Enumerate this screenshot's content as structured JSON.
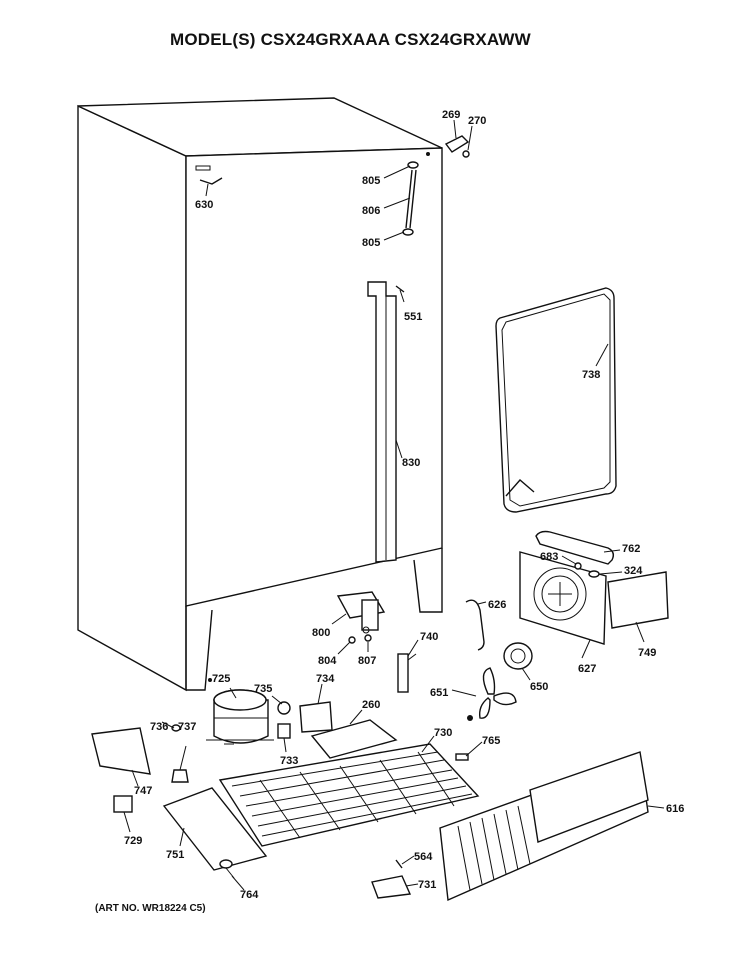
{
  "header": {
    "title": "MODEL(S) CSX24GRXAAA  CSX24GRXAWW"
  },
  "footer": {
    "art_no": "(ART NO. WR18224 C5)"
  },
  "parts": {
    "p269": "269",
    "p270": "270",
    "p805a": "805",
    "p806": "806",
    "p805b": "805",
    "p630": "630",
    "p551": "551",
    "p738": "738",
    "p830": "830",
    "p762": "762",
    "p683": "683",
    "p324": "324",
    "p626": "626",
    "p800": "800",
    "p740": "740",
    "p627": "627",
    "p749": "749",
    "p804": "804",
    "p807": "807",
    "p650": "650",
    "p651": "651",
    "p725": "725",
    "p735": "735",
    "p734": "734",
    "p260": "260",
    "p730": "730",
    "p765": "765",
    "p736": "736",
    "p737": "737",
    "p733": "733",
    "p747": "747",
    "p729": "729",
    "p751": "751",
    "p616": "616",
    "p564": "564",
    "p731": "731",
    "p764": "764"
  }
}
